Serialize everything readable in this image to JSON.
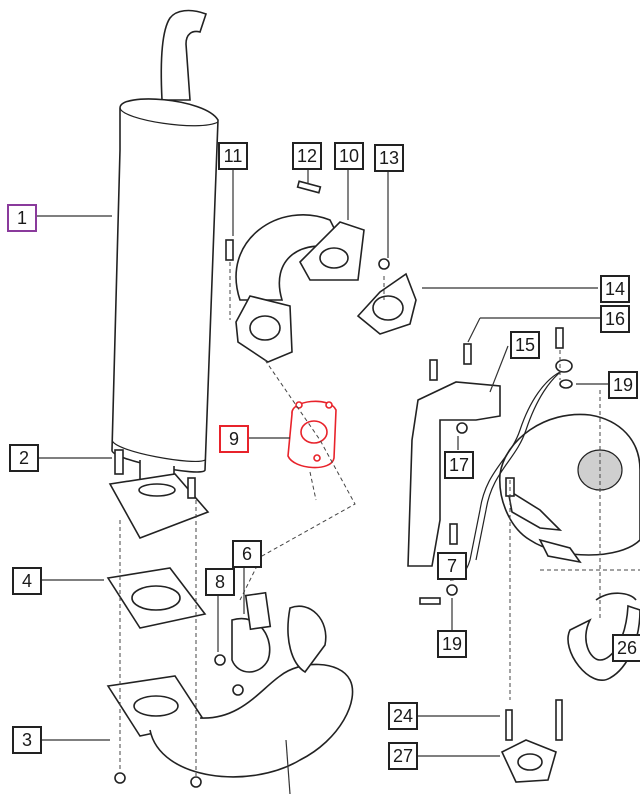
{
  "colors": {
    "line": "#222222",
    "highlight": "#e8232b",
    "selected": "#8a3a9c"
  },
  "callouts": [
    {
      "id": "c1",
      "label": "1",
      "state": "selected"
    },
    {
      "id": "c2",
      "label": "2",
      "state": "normal"
    },
    {
      "id": "c3",
      "label": "3",
      "state": "normal"
    },
    {
      "id": "c4",
      "label": "4",
      "state": "normal"
    },
    {
      "id": "c6",
      "label": "6",
      "state": "normal"
    },
    {
      "id": "c7",
      "label": "7",
      "state": "normal"
    },
    {
      "id": "c8",
      "label": "8",
      "state": "normal"
    },
    {
      "id": "c9",
      "label": "9",
      "state": "highlight"
    },
    {
      "id": "c10",
      "label": "10",
      "state": "normal"
    },
    {
      "id": "c11",
      "label": "11",
      "state": "normal"
    },
    {
      "id": "c12",
      "label": "12",
      "state": "normal"
    },
    {
      "id": "c13",
      "label": "13",
      "state": "normal"
    },
    {
      "id": "c14",
      "label": "14",
      "state": "normal"
    },
    {
      "id": "c15",
      "label": "15",
      "state": "normal"
    },
    {
      "id": "c16",
      "label": "16",
      "state": "normal"
    },
    {
      "id": "c17",
      "label": "17",
      "state": "normal"
    },
    {
      "id": "c19a",
      "label": "19",
      "state": "normal"
    },
    {
      "id": "c19b",
      "label": "19",
      "state": "normal"
    },
    {
      "id": "c24",
      "label": "24",
      "state": "normal"
    },
    {
      "id": "c26",
      "label": "26",
      "state": "normal"
    },
    {
      "id": "c27",
      "label": "27",
      "state": "normal"
    }
  ]
}
